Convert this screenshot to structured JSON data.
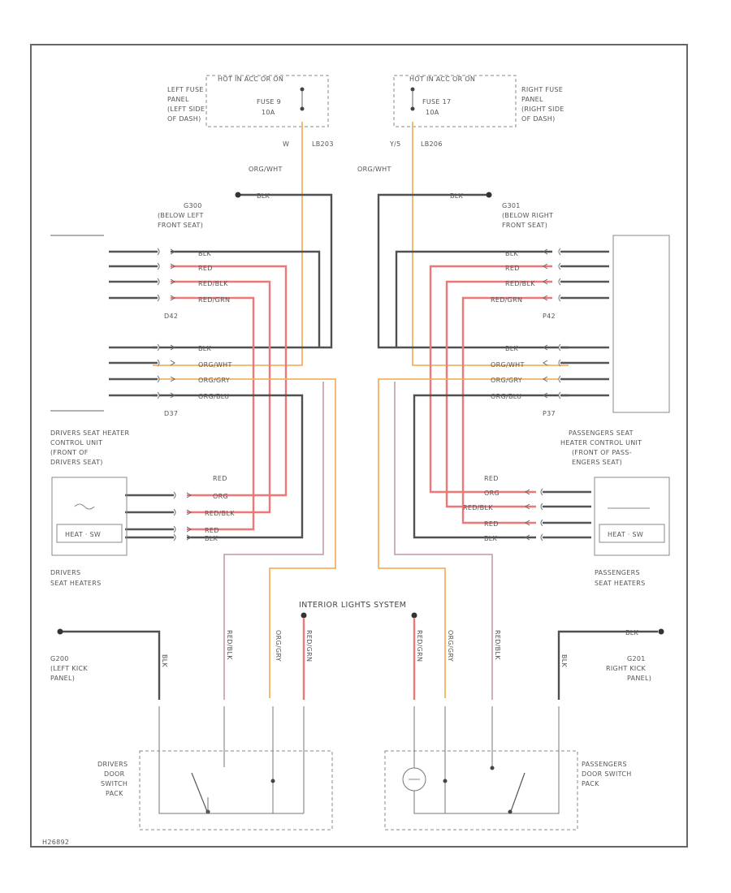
{
  "fuse_left": {
    "header": "HOT IN ACC OR ON",
    "fuse": "FUSE 9",
    "amp": "10A",
    "loc": [
      "LEFT FUSE",
      "PANEL",
      "(LEFT SIDE",
      "OF DASH)"
    ]
  },
  "fuse_right": {
    "header": "HOT IN ACC OR ON",
    "fuse": "FUSE 17",
    "amp": "10A",
    "loc": [
      "RIGHT FUSE",
      "PANEL",
      "(RIGHT SIDE",
      "OF DASH)"
    ]
  },
  "feed_left": {
    "pin": "W",
    "conn": "LB203",
    "wire": "ORG/WHT"
  },
  "feed_right": {
    "pin": "Y/5",
    "conn": "LB206",
    "wire": "ORG/WHT"
  },
  "ground_left": {
    "wire": "BLK",
    "id": "G300",
    "desc": [
      "(BELOW LEFT",
      "FRONT SEAT)"
    ]
  },
  "ground_right": {
    "wire": "BLK",
    "id": "G301",
    "desc": [
      "(BELOW RIGHT",
      "FRONT SEAT)"
    ]
  },
  "left_conn_a": {
    "id": "D42",
    "wires": [
      "BLK",
      "RED",
      "RED/BLK",
      "RED/GRN"
    ]
  },
  "left_conn_b": {
    "id": "D37",
    "wires": [
      "BLK",
      "ORG/WHT",
      "ORG/GRY",
      "ORG/BLU"
    ]
  },
  "right_conn_a": {
    "id": "P42",
    "wires": [
      "BLK",
      "RED",
      "RED/BLK",
      "RED/GRN"
    ]
  },
  "right_conn_b": {
    "id": "P37",
    "wires": [
      "BLK",
      "ORG/WHT",
      "ORG/GRY",
      "ORG/BLU"
    ]
  },
  "left_ctrl": {
    "title": [
      "DRIVERS SEAT HEATER",
      "CONTROL UNIT",
      "(FRONT OF",
      "DRIVERS SEAT)"
    ],
    "wires": [
      "RED",
      "ORG",
      "RED/BLK",
      "RED",
      "BLK"
    ]
  },
  "right_ctrl": {
    "title": [
      "PASSENGERS SEAT",
      "HEATER CONTROL UNIT",
      "(FRONT OF PASS-",
      "ENGERS SEAT)"
    ],
    "wires": [
      "RED",
      "ORG",
      "RED/BLK",
      "RED",
      "BLK"
    ]
  },
  "left_heater": {
    "title": [
      "DRIVERS",
      "SEAT HEATERS"
    ]
  },
  "right_heater": {
    "title": [
      "PASSENGERS",
      "SEAT HEATERS"
    ]
  },
  "interior_label": "INTERIOR LIGHTS SYSTEM",
  "ground_kick_left": {
    "id": "G200",
    "desc": [
      "(LEFT KICK",
      "PANEL)"
    ],
    "wire": "BLK"
  },
  "ground_kick_right": {
    "id": "G201",
    "desc": [
      "RIGHT KICK",
      "PANEL)"
    ],
    "wire": "BLK"
  },
  "left_door": {
    "title": [
      "DRIVERS",
      "DOOR",
      "SWITCH",
      "PACK"
    ]
  },
  "right_door": {
    "title": [
      "PASSENGERS",
      "DOOR SWITCH",
      "PACK"
    ]
  },
  "lower_wire_labels": {
    "left": [
      "BLK",
      "RED/BLK",
      "ORG/GRY",
      "RED/GRN"
    ],
    "right": [
      "RED/GRN",
      "ORG/GRY",
      "RED/BLK",
      "BLK"
    ]
  },
  "figure_code": "H26892",
  "colors": {
    "black_wire": "#505050",
    "red_wire": "#ee7777",
    "orange_wire": "#f2b260",
    "pink_wire": "#c9a7ae"
  }
}
